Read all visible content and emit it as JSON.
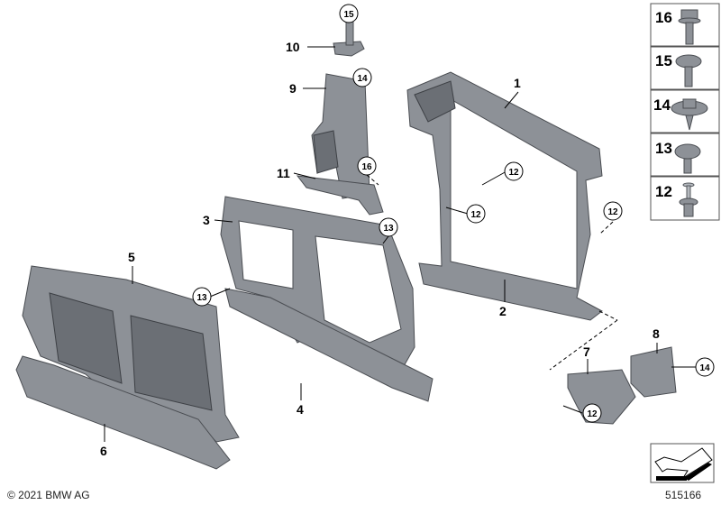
{
  "diagram_id": "515166",
  "copyright": "© 2021 BMW AG",
  "callouts": {
    "c1": "1",
    "c2": "2",
    "c3": "3",
    "c4": "4",
    "c5": "5",
    "c6": "6",
    "c7": "7",
    "c8": "8",
    "c9": "9",
    "c10": "10",
    "c11": "11",
    "c12a": "12",
    "c12b": "12",
    "c12c": "12",
    "c12d": "12",
    "c13a": "13",
    "c13b": "13",
    "c14a": "14",
    "c14b": "14",
    "c15": "15",
    "c16": "16"
  },
  "legend": [
    {
      "number": "16",
      "icon": "hex-flange-bolt-icon"
    },
    {
      "number": "15",
      "icon": "torx-washer-screw-icon"
    },
    {
      "number": "14",
      "icon": "large-washer-screw-icon"
    },
    {
      "number": "13",
      "icon": "pan-head-screw-icon"
    },
    {
      "number": "12",
      "icon": "expanding-rivet-icon"
    }
  ],
  "colors": {
    "part": "#8d9197",
    "line": "#000000"
  }
}
